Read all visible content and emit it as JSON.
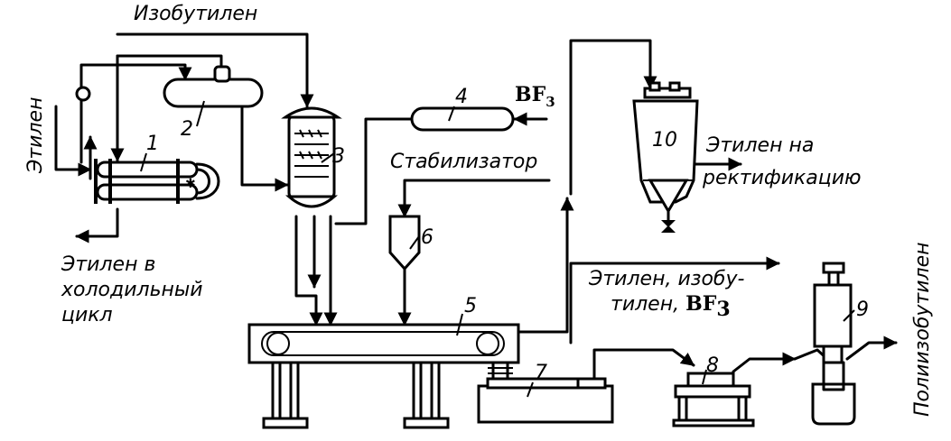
{
  "labels": {
    "isobutylene": "Изобутилен",
    "ethylene_in": "Этилен",
    "ethylene_cold_1": "Этилен в",
    "ethylene_cold_2": "холодильный",
    "ethylene_cold_3": "цикл",
    "stabilizer": "Стабилизатор",
    "bf3": "BF",
    "bf3_sub": "3",
    "ethylene_rect_1": "Этилен на",
    "ethylene_rect_2": "ректификацию",
    "gas_out_1": "Этилен, изобу-",
    "gas_out_2a": "тилен, ",
    "gas_out_2b": "BF",
    "gas_out_2_sub": "3",
    "polyisobutylene": "Полиизобутилен"
  },
  "equipment": {
    "n1": "1",
    "n2": "2",
    "n3": "3",
    "n4": "4",
    "n5": "5",
    "n6": "6",
    "n7": "7",
    "n8": "8",
    "n9": "9",
    "n10": "10"
  },
  "colors": {
    "ink": "#000000",
    "paper": "#ffffff"
  }
}
